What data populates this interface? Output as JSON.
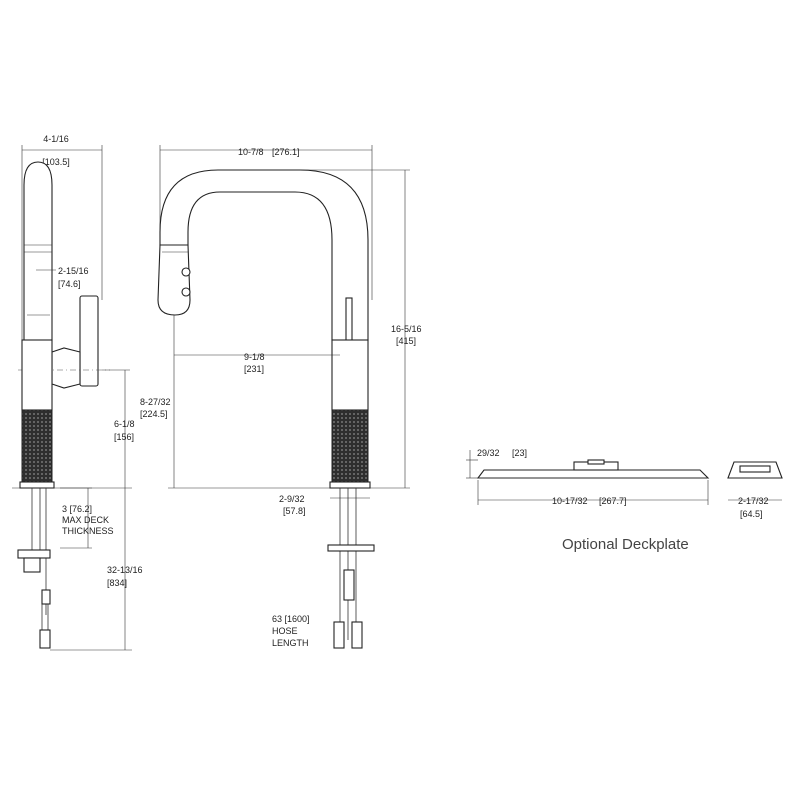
{
  "colors": {
    "line": "#333333",
    "text": "#222222",
    "knurl": "#3a3a3a"
  },
  "side_view": {
    "width_imperial": "4-1/16",
    "width_metric": "[103.5]",
    "spray_offset_imperial": "2-15/16",
    "spray_offset_metric": "[74.6]",
    "handle_height_imperial": "6-1/8",
    "handle_height_metric": "[156]",
    "deck_thickness_line1": "3 [76.2]",
    "deck_thickness_line2": "MAX DECK",
    "deck_thickness_line3": "THICKNESS",
    "shank_length_imperial": "32-13/16",
    "shank_length_metric": "[834]"
  },
  "front_view": {
    "width_imperial": "10-7/8",
    "width_metric": "[276.1]",
    "reach_imperial": "9-1/8",
    "reach_metric": "[231]",
    "height_imperial": "16-5/16",
    "height_metric": "[415]",
    "spout_clearance_imperial": "8-27/32",
    "spout_clearance_metric": "[224.5]",
    "base_diameter_imperial": "2-9/32",
    "base_diameter_metric": "[57.8]",
    "hose_line1": "63 [1600]",
    "hose_line2": "HOSE",
    "hose_line3": "LENGTH"
  },
  "deckplate": {
    "height_imperial": "29/32",
    "height_metric": "[23]",
    "length_imperial": "10-17/32",
    "length_metric": "[267.7]",
    "depth_imperial": "2-17/32",
    "depth_metric": "[64.5]",
    "caption": "Optional Deckplate"
  }
}
